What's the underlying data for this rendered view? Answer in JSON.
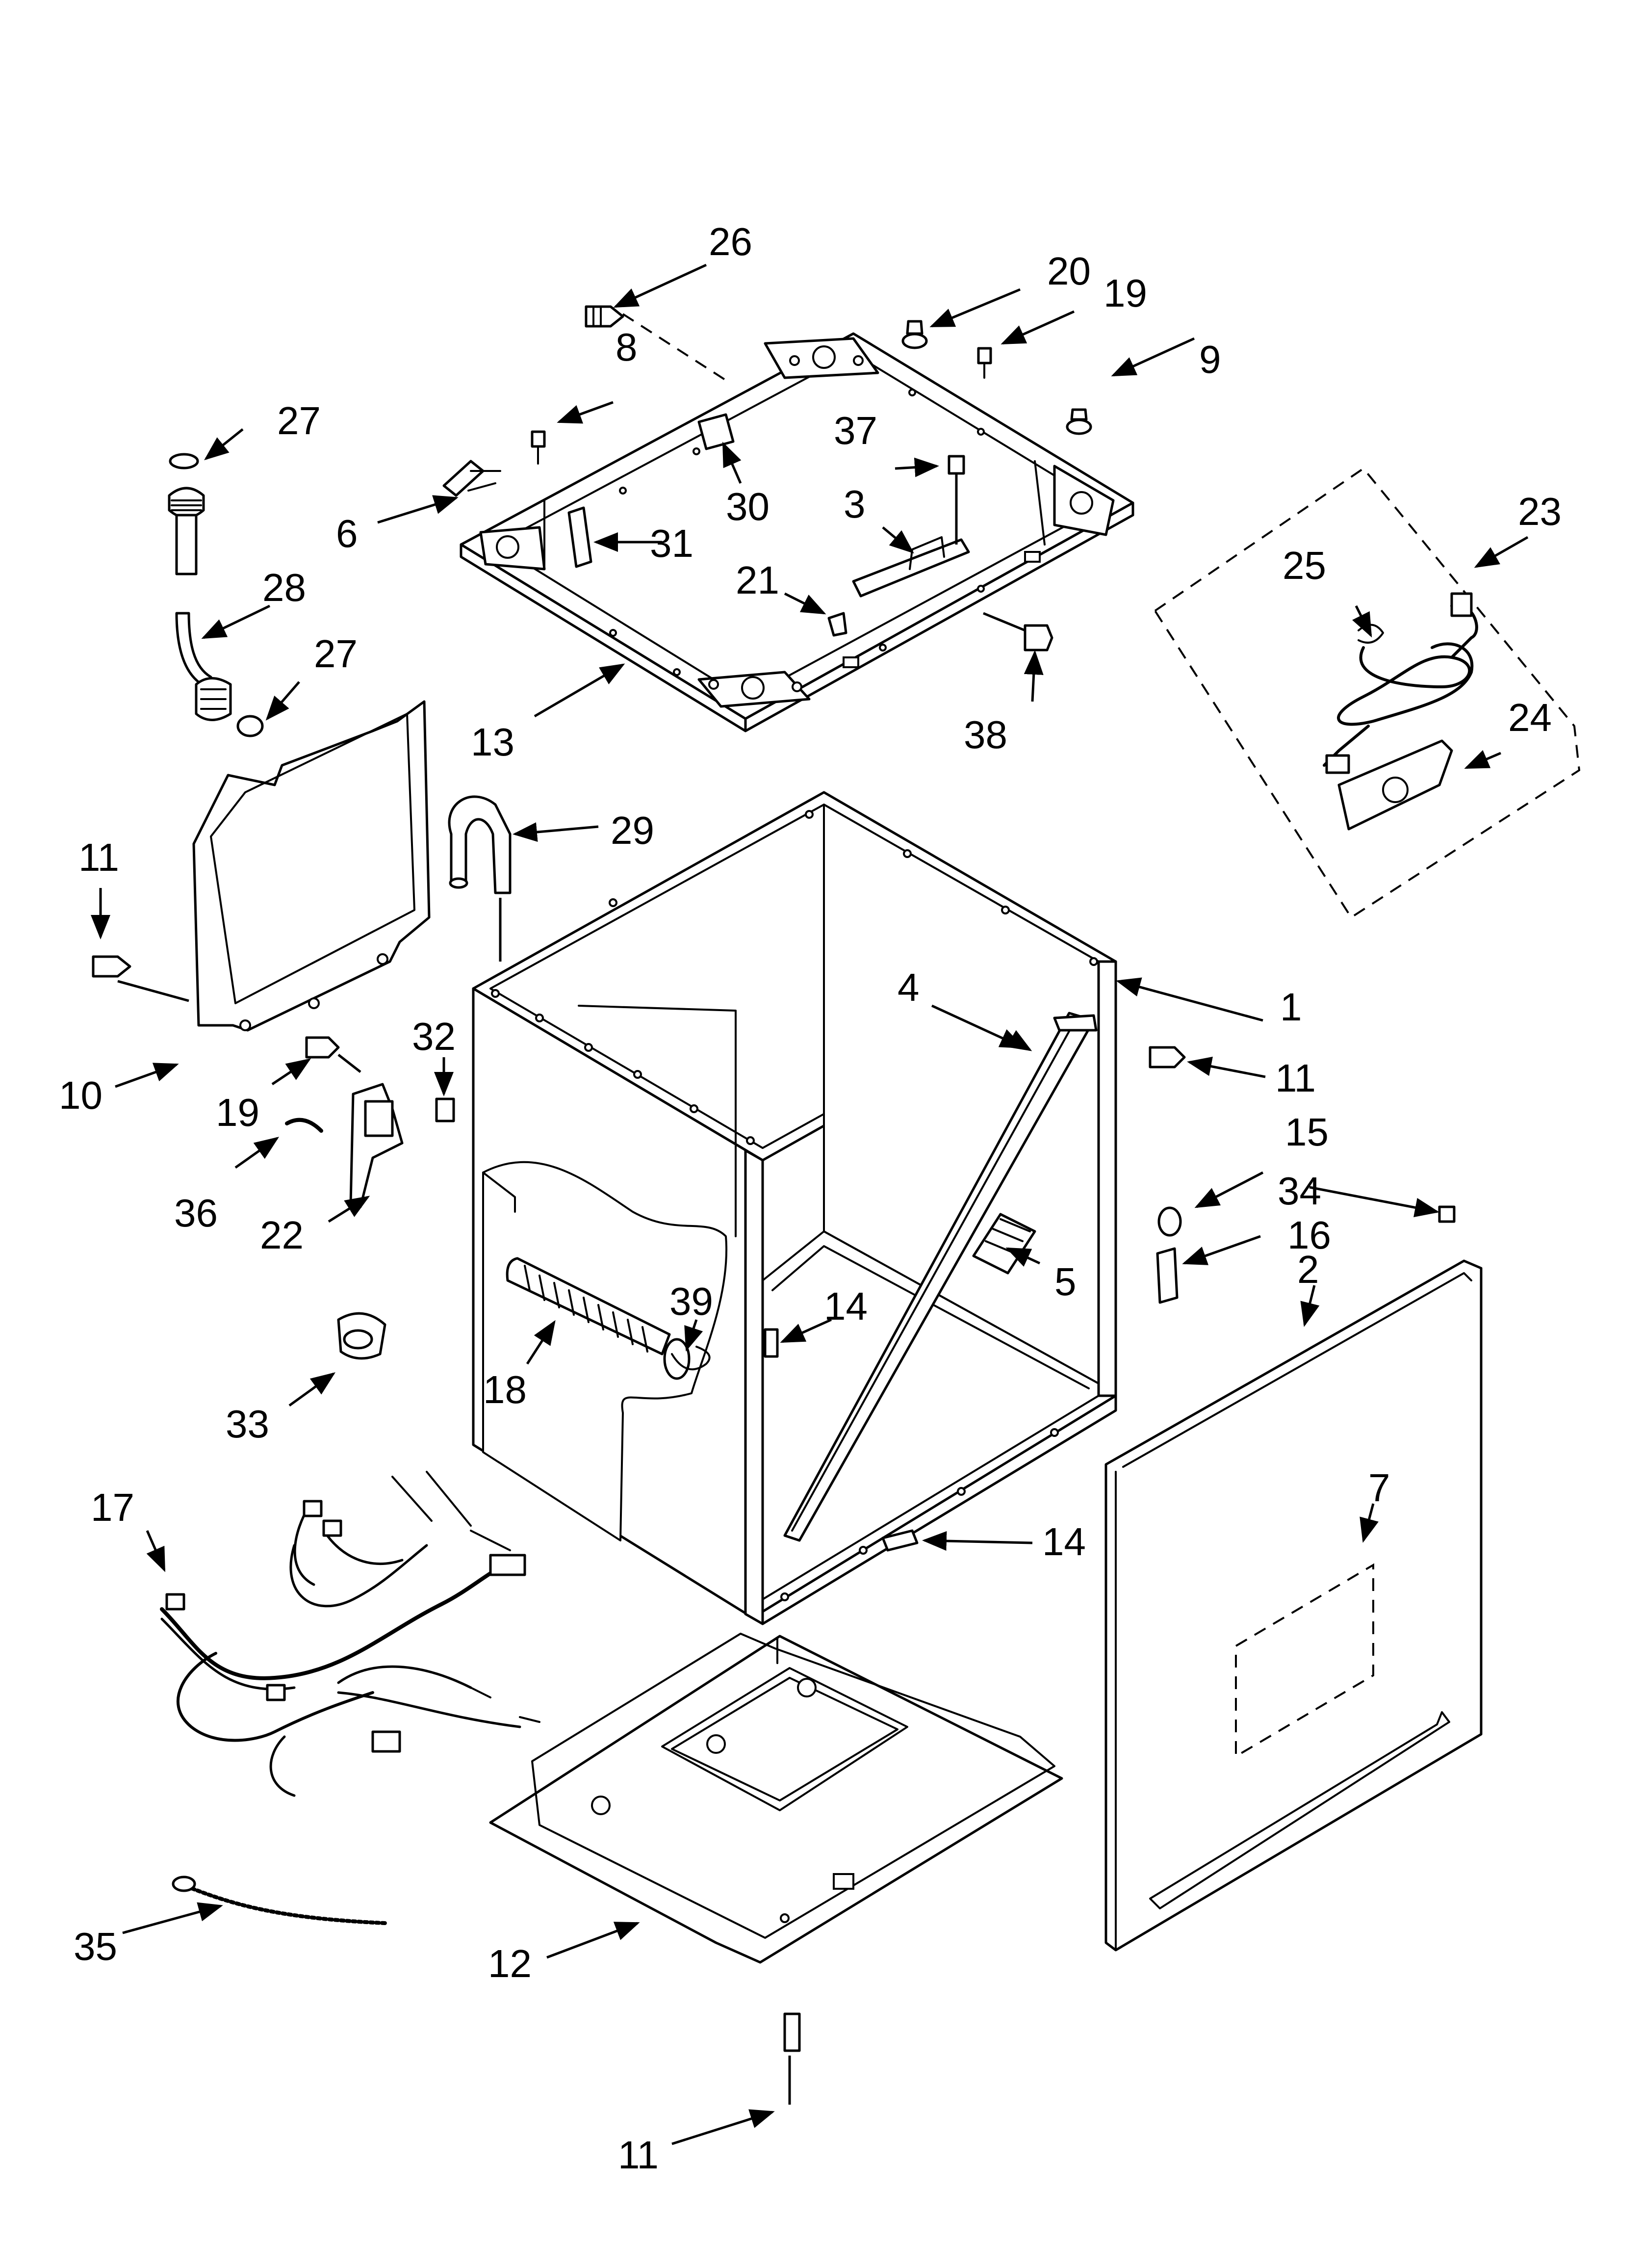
{
  "diagram": {
    "callouts": [
      {
        "id": "c1",
        "label": "1"
      },
      {
        "id": "c2",
        "label": "2"
      },
      {
        "id": "c3",
        "label": "3"
      },
      {
        "id": "c4",
        "label": "4"
      },
      {
        "id": "c5",
        "label": "5"
      },
      {
        "id": "c6",
        "label": "6"
      },
      {
        "id": "c7",
        "label": "7"
      },
      {
        "id": "c8",
        "label": "8"
      },
      {
        "id": "c9",
        "label": "9"
      },
      {
        "id": "c10",
        "label": "10"
      },
      {
        "id": "c11a",
        "label": "11"
      },
      {
        "id": "c11b",
        "label": "11"
      },
      {
        "id": "c11c",
        "label": "11"
      },
      {
        "id": "c12",
        "label": "12"
      },
      {
        "id": "c13",
        "label": "13"
      },
      {
        "id": "c14a",
        "label": "14"
      },
      {
        "id": "c14b",
        "label": "14"
      },
      {
        "id": "c15",
        "label": "15"
      },
      {
        "id": "c16",
        "label": "16"
      },
      {
        "id": "c17",
        "label": "17"
      },
      {
        "id": "c18",
        "label": "18"
      },
      {
        "id": "c19a",
        "label": "19"
      },
      {
        "id": "c19b",
        "label": "19"
      },
      {
        "id": "c20",
        "label": "20"
      },
      {
        "id": "c21",
        "label": "21"
      },
      {
        "id": "c22",
        "label": "22"
      },
      {
        "id": "c23",
        "label": "23"
      },
      {
        "id": "c24",
        "label": "24"
      },
      {
        "id": "c25",
        "label": "25"
      },
      {
        "id": "c26",
        "label": "26"
      },
      {
        "id": "c27a",
        "label": "27"
      },
      {
        "id": "c27b",
        "label": "27"
      },
      {
        "id": "c28",
        "label": "28"
      },
      {
        "id": "c29",
        "label": "29"
      },
      {
        "id": "c30",
        "label": "30"
      },
      {
        "id": "c31",
        "label": "31"
      },
      {
        "id": "c32",
        "label": "32"
      },
      {
        "id": "c33",
        "label": "33"
      },
      {
        "id": "c34",
        "label": "34"
      },
      {
        "id": "c35",
        "label": "35"
      },
      {
        "id": "c36",
        "label": "36"
      },
      {
        "id": "c37",
        "label": "37"
      },
      {
        "id": "c38",
        "label": "38"
      },
      {
        "id": "c39",
        "label": "39"
      }
    ]
  }
}
